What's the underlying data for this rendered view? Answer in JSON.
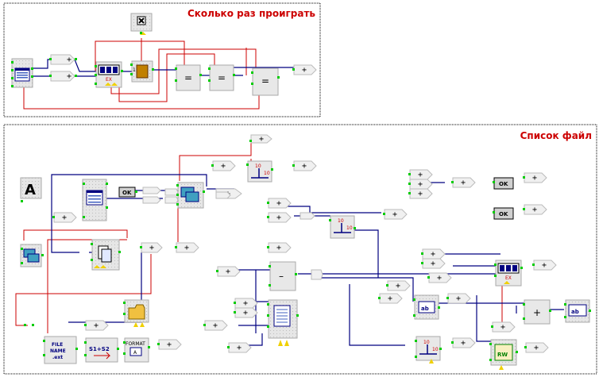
{
  "groups": {
    "play_count": {
      "title": "Сколько раз проиграть"
    },
    "file_list": {
      "title": "Список файл"
    }
  },
  "labels": {
    "plus": "+",
    "minus": "–",
    "equals": "=",
    "ok": "OK",
    "ex": "EX",
    "rw": "RW",
    "ab": "ab",
    "file_name_line1": "FILE",
    "file_name_line2": "NAME",
    "file_name_line3": ".ext",
    "concat": "S1+S2",
    "format": "FORMAT",
    "format_box": "A",
    "axis_ten": "10",
    "text_icon": "A",
    "one": "1"
  },
  "colors": {
    "wire_data": "#000080",
    "wire_event": "#cc0000",
    "pin": "#00cc00",
    "group_border": "#000000",
    "group_title": "#cc0000",
    "block_fill": "#e8e8e8",
    "tag_fill": "#f0f0f0"
  },
  "icons": [
    "close-icon",
    "list-window-icon",
    "counter-icon",
    "chip-icon",
    "panels-icon",
    "document-icon",
    "folder-icon",
    "text-icon",
    "label-icon",
    "axis-icon",
    "file-name-icon",
    "concat-icon",
    "format-icon",
    "read-write-icon"
  ]
}
